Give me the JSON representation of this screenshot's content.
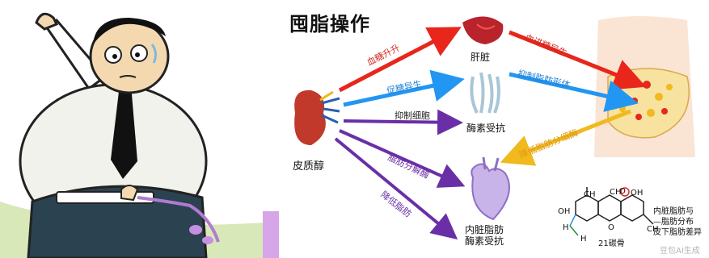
{
  "title": "囤脂操作",
  "source_organ": "皮质醇",
  "targets": {
    "liver": "肝脏",
    "enzyme": "酶素受抗",
    "visceral": "内脏脂肪\n酶素受抗"
  },
  "arrows": {
    "blood_sugar_up": "血糖升升",
    "promote_glycogen": "促糖异生",
    "inhibit_cells": "抑制细胞",
    "fat_breakdown": "脂肪分解酶",
    "reduce_fat": "降低脂肪",
    "blood_sugar_rise": "血进糖异生",
    "inhibit_fat_form": "抑制脂肪形体",
    "reduce_fat_enzyme": "降低脂肪分细酶"
  },
  "molecule": {
    "atoms": [
      "OH",
      "CH",
      "O",
      "OH",
      "H",
      "O",
      "CH",
      "CH",
      "H"
    ],
    "caption": "21碳骨"
  },
  "legend": [
    "内脏脂肪与",
    "—脂肪分布",
    "皮下脂肪差异"
  ],
  "watermark": "豆包AI生成",
  "colors": {
    "red_arrow": "#e8261c",
    "blue_arrow": "#2196f3",
    "purple_arrow": "#6a2fa6",
    "gold_arrow": "#f0b91e",
    "kidney": "#c0392b",
    "belly": "#f6d2b8"
  }
}
